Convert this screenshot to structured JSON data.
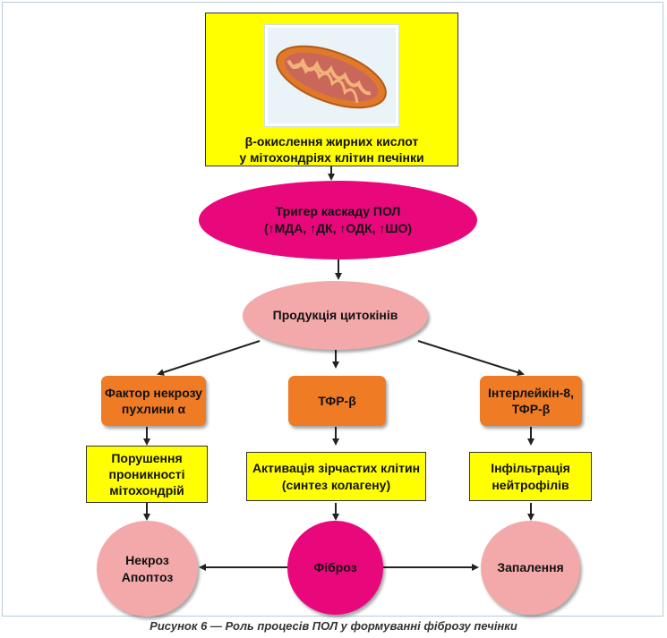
{
  "top_box": {
    "text": "β-окислення жирних кислот\nу мітохондріях клітин печінки"
  },
  "trigger": {
    "text": "Тригер каскаду ПОЛ\n(↑МДА, ↑ДК, ↑ОДК, ↑ШО)"
  },
  "cytokines": {
    "text": "Продукція цитокінів"
  },
  "orange_boxes": [
    {
      "text": "Фактор некрозу\nпухлини α"
    },
    {
      "text": "ТФР-β"
    },
    {
      "text": "Інтерлейкін-8,\nТФР-β"
    }
  ],
  "yellow_boxes": [
    {
      "text": "Порушення\nпроникності\nмітохондрій"
    },
    {
      "text": "Активація зірчастих клітин\n(синтез колагену)"
    },
    {
      "text": "Інфільтрація\nнейтрофілів"
    }
  ],
  "circles": [
    {
      "text": "Некроз\nАпоптоз"
    },
    {
      "text": "Фіброз"
    },
    {
      "text": "Запалення"
    }
  ],
  "caption": "Рисунок 6 — Роль процесів ПОЛ у формуванні фіброзу печінки",
  "colors": {
    "yellow": "#ffff00",
    "magenta": "#e8087c",
    "pink": "#f3a9a9",
    "orange": "#f07b25"
  }
}
